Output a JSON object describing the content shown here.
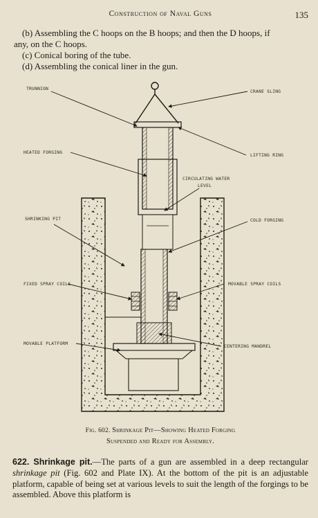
{
  "header": {
    "running_title": "Construction of Naval Guns",
    "page_number": "135"
  },
  "list_items": [
    {
      "line1": "(b) Assembling the C hoops on the B hoops; and then the D hoops, if",
      "line2": "any, on the C hoops."
    },
    {
      "line1": "(c) Conical boring of the tube."
    },
    {
      "line1": "(d) Assembling the conical liner in the gun."
    }
  ],
  "figure": {
    "labels": {
      "trunnion": "TRUNNION",
      "crane_sling": "CRANE SLING",
      "heated_forging": "HEATED FORGING",
      "lifting_ring": "LIFTING RING",
      "circulating_water_level_1": "CIRCULATING WATER",
      "circulating_water_level_2": "LEVEL",
      "shrinking_pit": "SHRINKING PIT",
      "cold_forging": "COLD FORGING",
      "fixed_spray_coils": "FIXED SPRAY COILS",
      "movable_spray_coils": "MOVABLE SPRAY COILS",
      "movable_platform": "MOVABLE PLATFORM",
      "centering_mandrel": "CENTERING MANDREL"
    }
  },
  "caption": {
    "number": "Fig. 602.",
    "title_line1": "Shrinkage Pit—Showing Heated Forging",
    "title_line2": "Suspended and Ready for Assembly."
  },
  "section": {
    "heading": "622. Shrinkage pit.",
    "text_a": "—The parts of a gun are assembled in a deep rectangular",
    "italic": "shrinkage pit",
    "text_b": "(Fig. 602 and Plate IX). At the bottom of the pit is an adjustable platform, capable of being set at various levels to suit the length of the forgings to be assembled. Above this platform is"
  },
  "colors": {
    "paper": "#e8e1cf",
    "ink": "#1c1a16"
  }
}
